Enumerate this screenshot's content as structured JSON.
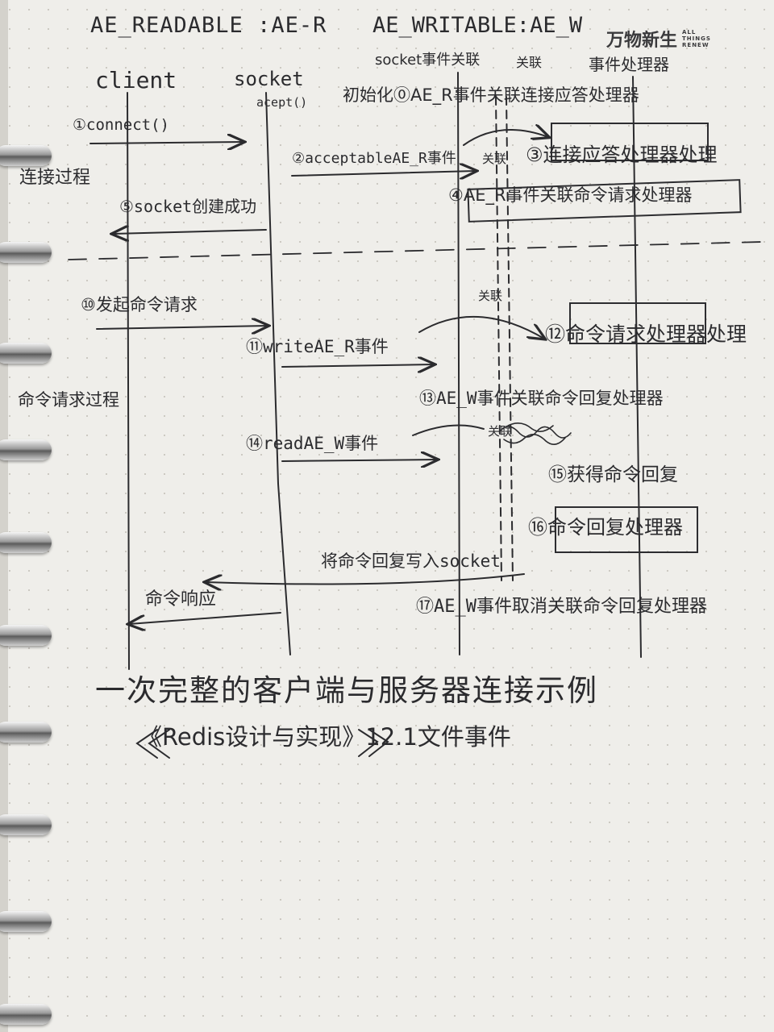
{
  "header": {
    "readable": "AE_READABLE :AE-R",
    "writable": "AE_WRITABLE:AE_W"
  },
  "logo": {
    "text_zh": "万物新生",
    "text_en": "ALL THINGS RENEW"
  },
  "columns": {
    "client": "client",
    "socket": "socket",
    "socket_sub": "acept()",
    "assoc": "socket事件关联",
    "assoc_top": "关联",
    "handler": "事件处理器"
  },
  "steps": {
    "s0": "初始化⓪AE_R事件关联连接应答处理器",
    "s1": "①connect()",
    "s2": "②acceptableAE_R事件",
    "s2_tag": "关联",
    "s3": "③连接应答处理器处理",
    "s4": "④AE_R事件关联命令请求处理器",
    "s5": "⑤socket创建成功",
    "s10": "⑩发起命令请求",
    "s11": "⑪writeAE_R事件",
    "s11_tag": "关联",
    "s12": "⑫命令请求处理器处理",
    "s13": "⑬AE_W事件关联命令回复处理器",
    "s14": "⑭readAE_W事件",
    "s14_tag": "关联",
    "s15": "⑮获得命令回复",
    "s16": "⑯命令回复处理器",
    "write_back": "将命令回复写入socket",
    "reply": "命令响应",
    "s17": "⑰AE_W事件取消关联命令回复处理器"
  },
  "side_labels": {
    "connect": "连接过程",
    "command": "命令请求过程"
  },
  "caption": {
    "line1": "一次完整的客户端与服务器连接示例",
    "line2": "《Redis设计与实现》12.1文件事件"
  }
}
